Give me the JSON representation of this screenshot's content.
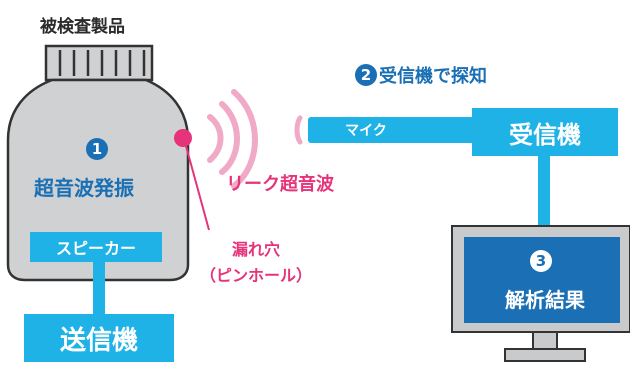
{
  "object_label": "被検査製品",
  "transmitter": {
    "step": "1",
    "label": "超音波発振"
  },
  "speaker_label": "スピーカー",
  "transmitter_box": "送信機",
  "leak_wave_label": "リーク超音波",
  "leak_hole": {
    "line1": "漏れ穴",
    "line2": "（ピンホール）"
  },
  "receiver_step": {
    "step": "2",
    "label": "受信機で探知"
  },
  "mic_label": "マイク",
  "receiver_box": "受信機",
  "analysis": {
    "step": "3",
    "label": "解析結果"
  },
  "colors": {
    "bottle": "#cfd1d3",
    "cyan": "#1fb2e6",
    "navy": "#1a6fb5",
    "pink": "#e6337a",
    "monitor_frame": "#c8cacb"
  }
}
